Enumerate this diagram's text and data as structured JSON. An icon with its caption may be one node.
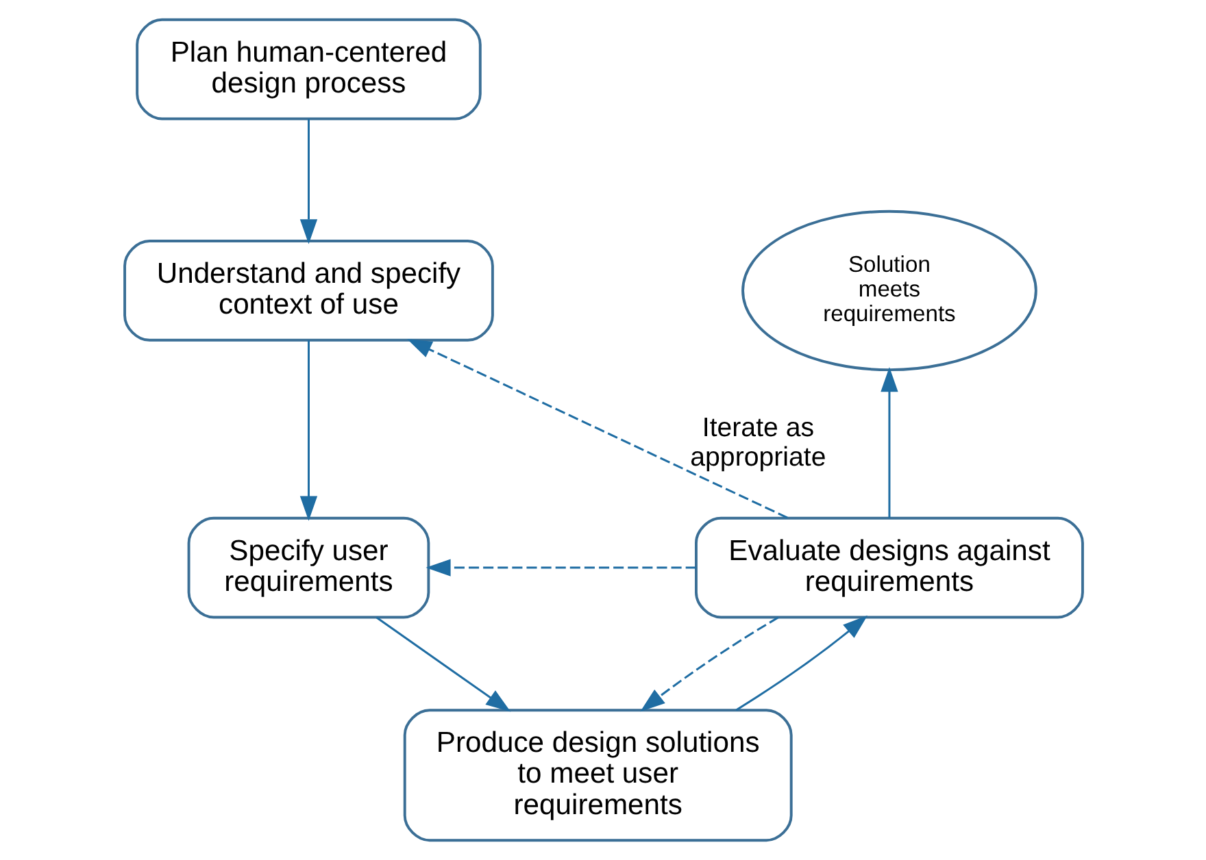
{
  "diagram": {
    "nodes": [
      {
        "text": [
          "Plan human-centered design process"
        ]
      },
      {
        "text": [
          "Understand and specify context of use"
        ]
      },
      {
        "text": [
          "Specify user requirements"
        ]
      },
      {
        "text": [
          "Produce design solutions to meet user requirements"
        ]
      },
      {
        "text": [
          "Evaluate designs against requirements"
        ]
      },
      {
        "text": [
          "Solution meets requirements"
        ]
      }
    ],
    "edges": [
      {
        "from": 0,
        "to": 1,
        "arrow": "to"
      },
      {
        "from": 1,
        "to": 2,
        "arrow": "to"
      },
      {
        "from": 2,
        "to": 3,
        "arrow": "to"
      },
      {
        "from": 3,
        "to": 4,
        "arrow": "to"
      },
      {
        "from": 4,
        "to": 5,
        "arrow": "to"
      },
      {
        "from": 4,
        "to": 1,
        "arrow": "to",
        "style": "dashed",
        "label": "Iterate as appropriate"
      },
      {
        "from": 4,
        "to": 2,
        "arrow": "to",
        "style": "dashed"
      },
      {
        "from": 4,
        "to": 3,
        "arrow": "to",
        "style": "dashed"
      }
    ]
  }
}
